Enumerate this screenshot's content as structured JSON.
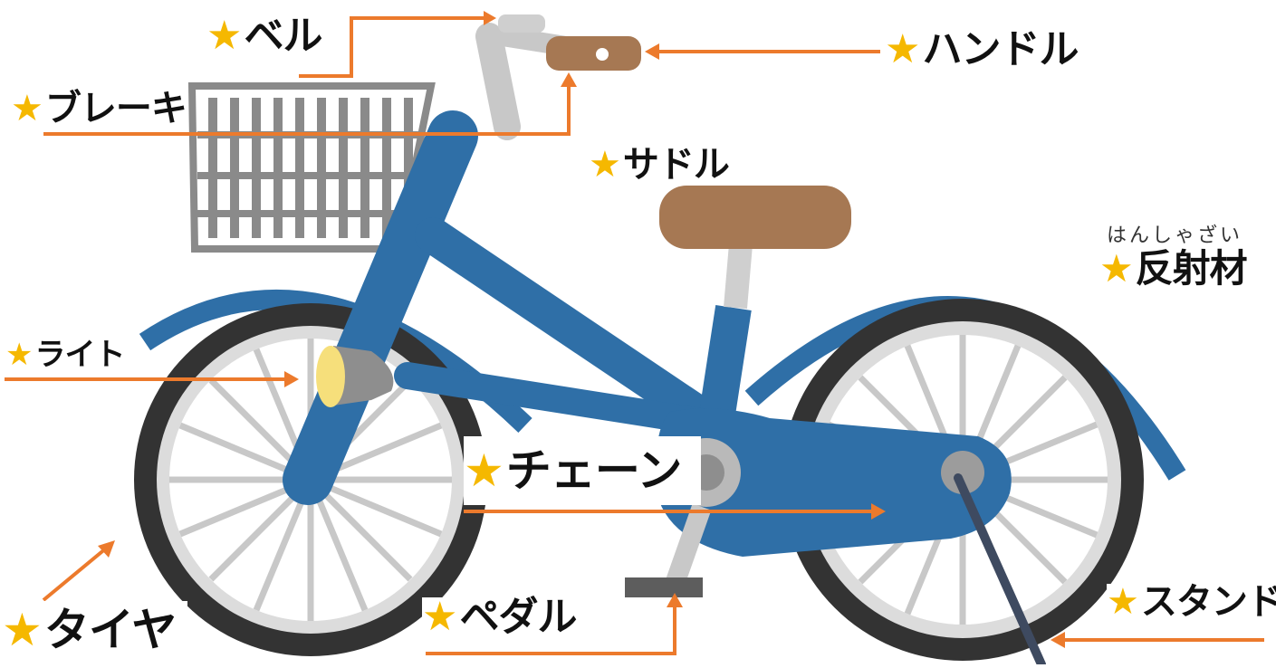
{
  "colors": {
    "frame": "#2f6fa7",
    "tire": "#333333",
    "rim": "#dcdcdc",
    "spoke": "#c8c8c8",
    "basket": "#8a8a8a",
    "saddle": "#a67853",
    "arrow": "#ec7a2c",
    "star": "#f5b800",
    "light": "#f6df7b",
    "stand": "#3e4a60"
  },
  "labels": {
    "bell": "ベル",
    "handle": "ハンドル",
    "brake": "ブレーキ",
    "saddle": "サドル",
    "reflector": "反射材",
    "reflector_reading": "はんしゃざい",
    "light": "ライト",
    "chain": "チェーン",
    "tire": "タイヤ",
    "pedal": "ペダル",
    "stand": "スタンド",
    "star": "★"
  }
}
